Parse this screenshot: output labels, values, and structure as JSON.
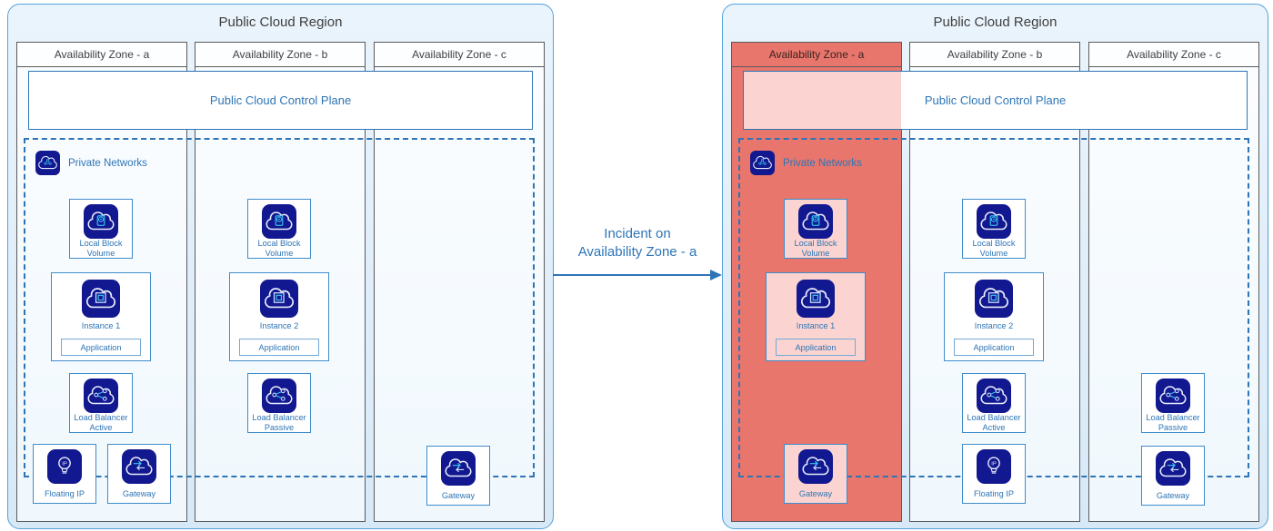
{
  "regions": [
    {
      "title": "Public Cloud Region",
      "control_plane": "Public Cloud Control Plane",
      "private_networks": "Private Networks",
      "private_networks_icon": "network",
      "zones": [
        {
          "name": "Availability Zone - a",
          "incident": false,
          "components": [
            {
              "label": "Local Block Volume",
              "icon": "volume"
            },
            {
              "label": "Instance 1",
              "icon": "instance",
              "sub": "Application"
            },
            {
              "label": "Load Balancer Active",
              "icon": "loadbalancer"
            },
            {
              "label": "Floating IP",
              "icon": "floatingip"
            },
            {
              "label": "Gateway",
              "icon": "gateway"
            }
          ]
        },
        {
          "name": "Availability Zone - b",
          "incident": false,
          "components": [
            {
              "label": "Local Block Volume",
              "icon": "volume"
            },
            {
              "label": "Instance 2",
              "icon": "instance",
              "sub": "Application"
            },
            {
              "label": "Load Balancer Passive",
              "icon": "loadbalancer"
            }
          ]
        },
        {
          "name": "Availability Zone - c",
          "incident": false,
          "components": [
            {
              "label": "Gateway",
              "icon": "gateway"
            }
          ]
        }
      ]
    },
    {
      "title": "Public Cloud Region",
      "control_plane": "Public Cloud Control Plane",
      "private_networks": "Private Networks",
      "private_networks_icon": "network",
      "zones": [
        {
          "name": "Availability Zone - a",
          "incident": true,
          "components": [
            {
              "label": "Local Block Volume",
              "icon": "volume"
            },
            {
              "label": "Instance 1",
              "icon": "instance",
              "sub": "Application"
            },
            {
              "label": "Gateway",
              "icon": "gateway"
            }
          ]
        },
        {
          "name": "Availability Zone - b",
          "incident": false,
          "components": [
            {
              "label": "Local Block Volume",
              "icon": "volume"
            },
            {
              "label": "Instance 2",
              "icon": "instance",
              "sub": "Application"
            },
            {
              "label": "Load Balancer Active",
              "icon": "loadbalancer"
            },
            {
              "label": "Floating IP",
              "icon": "floatingip"
            }
          ]
        },
        {
          "name": "Availability Zone - c",
          "incident": false,
          "components": [
            {
              "label": "Load Balancer Passive",
              "icon": "loadbalancer"
            },
            {
              "label": "Gateway",
              "icon": "gateway"
            }
          ]
        }
      ]
    }
  ],
  "incident": {
    "line1": "Incident on",
    "line2": "Availability Zone - a"
  },
  "colors": {
    "accent_blue": "#2E75B6",
    "incident_red": "#E8766C",
    "incident_pink": "#FBD4D1",
    "icon_navy": "#12188F"
  }
}
